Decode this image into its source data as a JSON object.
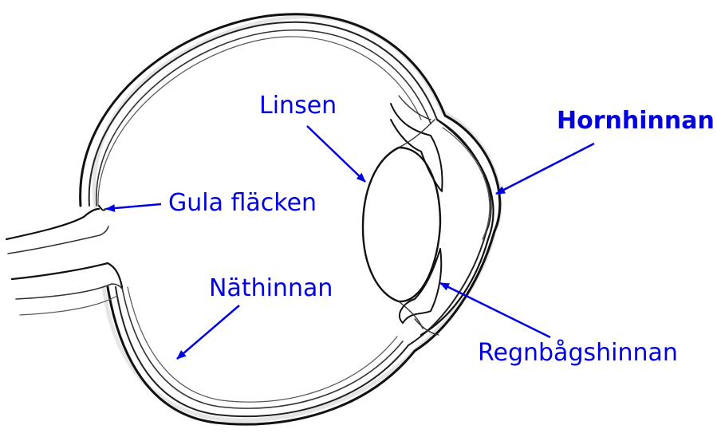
{
  "colors": {
    "label": "#0000e0",
    "line": "#111111",
    "sketch": "#8a8a8a"
  },
  "labels": {
    "linsen": "Linsen",
    "hornhinnan": "Hornhinnan",
    "gula_flacken": "Gula fläcken",
    "nathinnan": "Näthinnan",
    "regnbagshinnan": "Regnbågshinnan"
  }
}
